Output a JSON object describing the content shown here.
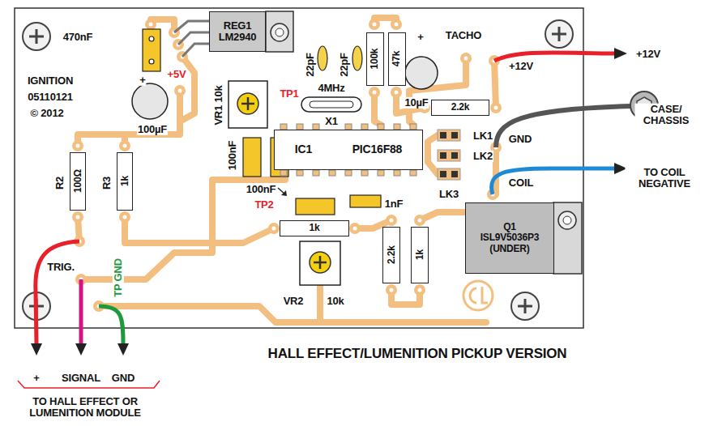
{
  "diagram": {
    "caption": "HALL EFFECT/LUMENITION PICKUP VERSION",
    "nodes": [
      {
        "text": [
          "REG1",
          "LM2940"
        ]
      },
      {
        "text": [
          "IC1",
          "PIC16F88"
        ]
      },
      {
        "text": [
          "Q1",
          "ISL9V5036P3 (UNDER)"
        ]
      },
      {
        "text": [
          "100k"
        ]
      },
      {
        "text": [
          "47k"
        ]
      },
      {
        "text": [
          "2.2k"
        ]
      },
      {
        "text": [
          "1k"
        ]
      },
      {
        "text": [
          "2.2k"
        ]
      },
      {
        "text": [
          "1k"
        ]
      },
      {
        "text": [
          "100Ω"
        ]
      },
      {
        "text": [
          "1k"
        ]
      }
    ],
    "labels": [
      "470nF",
      "IGNITION",
      "05110121",
      "© 2012",
      "+5V",
      "+",
      "100µF",
      "R2",
      "R3",
      "VR1 10k",
      "TP1",
      "22pF",
      "22pF",
      "4MHz",
      "X1",
      "+",
      "10µF",
      "TACHO",
      "+12V",
      "+12V",
      "CASE/ CHASSIS",
      "LK1",
      "LK2",
      "LK3",
      "GND",
      "COIL",
      "TO COIL NEGATIVE",
      "100nF",
      "100nF",
      "TP2",
      "1nF",
      "TRIG.",
      "TP GND",
      "VR2",
      "10k",
      "+",
      "SIGNAL",
      "GND",
      "TO HALL EFFECT OR LUMENITION MODULE"
    ]
  }
}
